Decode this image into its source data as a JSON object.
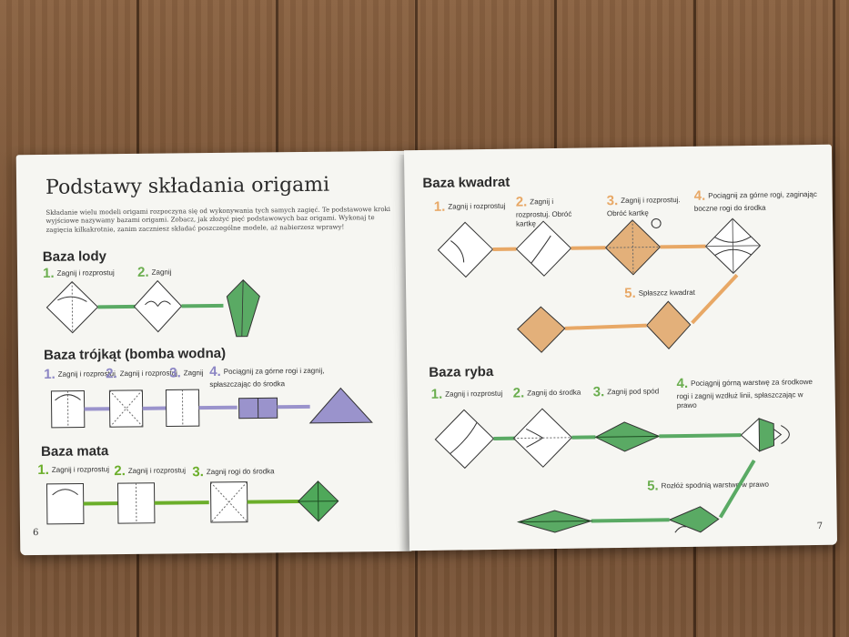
{
  "left": {
    "title": "Podstawy składania origami",
    "intro": "Składanie wielu modeli origami rozpoczyna się od wykonywania tych samych zagięć. Te podstawowe kroki wyjściowe nazywamy bazami origami. Zobacz, jak złożyć pięć podstawowych baz origami. Wykonaj te zagięcia kilkakrotnie, zanim zaczniesz składać poszczególne modele, aż nabierzesz wprawy!",
    "sections": [
      {
        "title": "Baza lody",
        "color": "#6bae4f",
        "steps": [
          {
            "n": "1.",
            "t": "Zagnij i rozprostuj"
          },
          {
            "n": "2.",
            "t": "Zagnij"
          }
        ]
      },
      {
        "title": "Baza trójkąt (bomba wodna)",
        "color": "#8c86c4",
        "steps": [
          {
            "n": "1.",
            "t": "Zagnij i rozprostuj"
          },
          {
            "n": "2.",
            "t": "Zagnij i rozprostuj"
          },
          {
            "n": "3.",
            "t": "Zagnij"
          },
          {
            "n": "4.",
            "t": "Pociągnij za górne rogi i zagnij, spłaszczając do środka"
          }
        ]
      },
      {
        "title": "Baza mata",
        "color": "#6bae2a",
        "steps": [
          {
            "n": "1.",
            "t": "Zagnij i rozprostuj"
          },
          {
            "n": "2.",
            "t": "Zagnij i rozprostuj"
          },
          {
            "n": "3.",
            "t": "Zagnij rogi do środka"
          }
        ]
      }
    ],
    "page_number": "6"
  },
  "right": {
    "sections": [
      {
        "title": "Baza kwadrat",
        "color": "#e8a866",
        "steps": [
          {
            "n": "1.",
            "t": "Zagnij i rozprostuj"
          },
          {
            "n": "2.",
            "t": "Zagnij i rozprostuj. Obróć kartkę"
          },
          {
            "n": "3.",
            "t": "Zagnij i rozprostuj. Obróć kartkę"
          },
          {
            "n": "4.",
            "t": "Pociągnij za górne rogi, zaginając boczne rogi do środka"
          },
          {
            "n": "5.",
            "t": "Spłaszcz kwadrat"
          }
        ]
      },
      {
        "title": "Baza ryba",
        "color": "#6bae4f",
        "steps": [
          {
            "n": "1.",
            "t": "Zagnij i rozprostuj"
          },
          {
            "n": "2.",
            "t": "Zagnij do środka"
          },
          {
            "n": "3.",
            "t": "Zagnij pod spód"
          },
          {
            "n": "4.",
            "t": "Pociągnij górną warstwę za środkowe rogi i zagnij wzdłuż linii, spłaszczając w prawo"
          },
          {
            "n": "5.",
            "t": "Rozłóż spodnią warstwę w prawo"
          }
        ]
      }
    ],
    "page_number": "7"
  },
  "colors": {
    "green": "#4fa85a",
    "green_fill": "#5aaa64",
    "purple": "#9a93cc",
    "orange": "#e8a866",
    "orange_fill": "#e3b07a"
  }
}
